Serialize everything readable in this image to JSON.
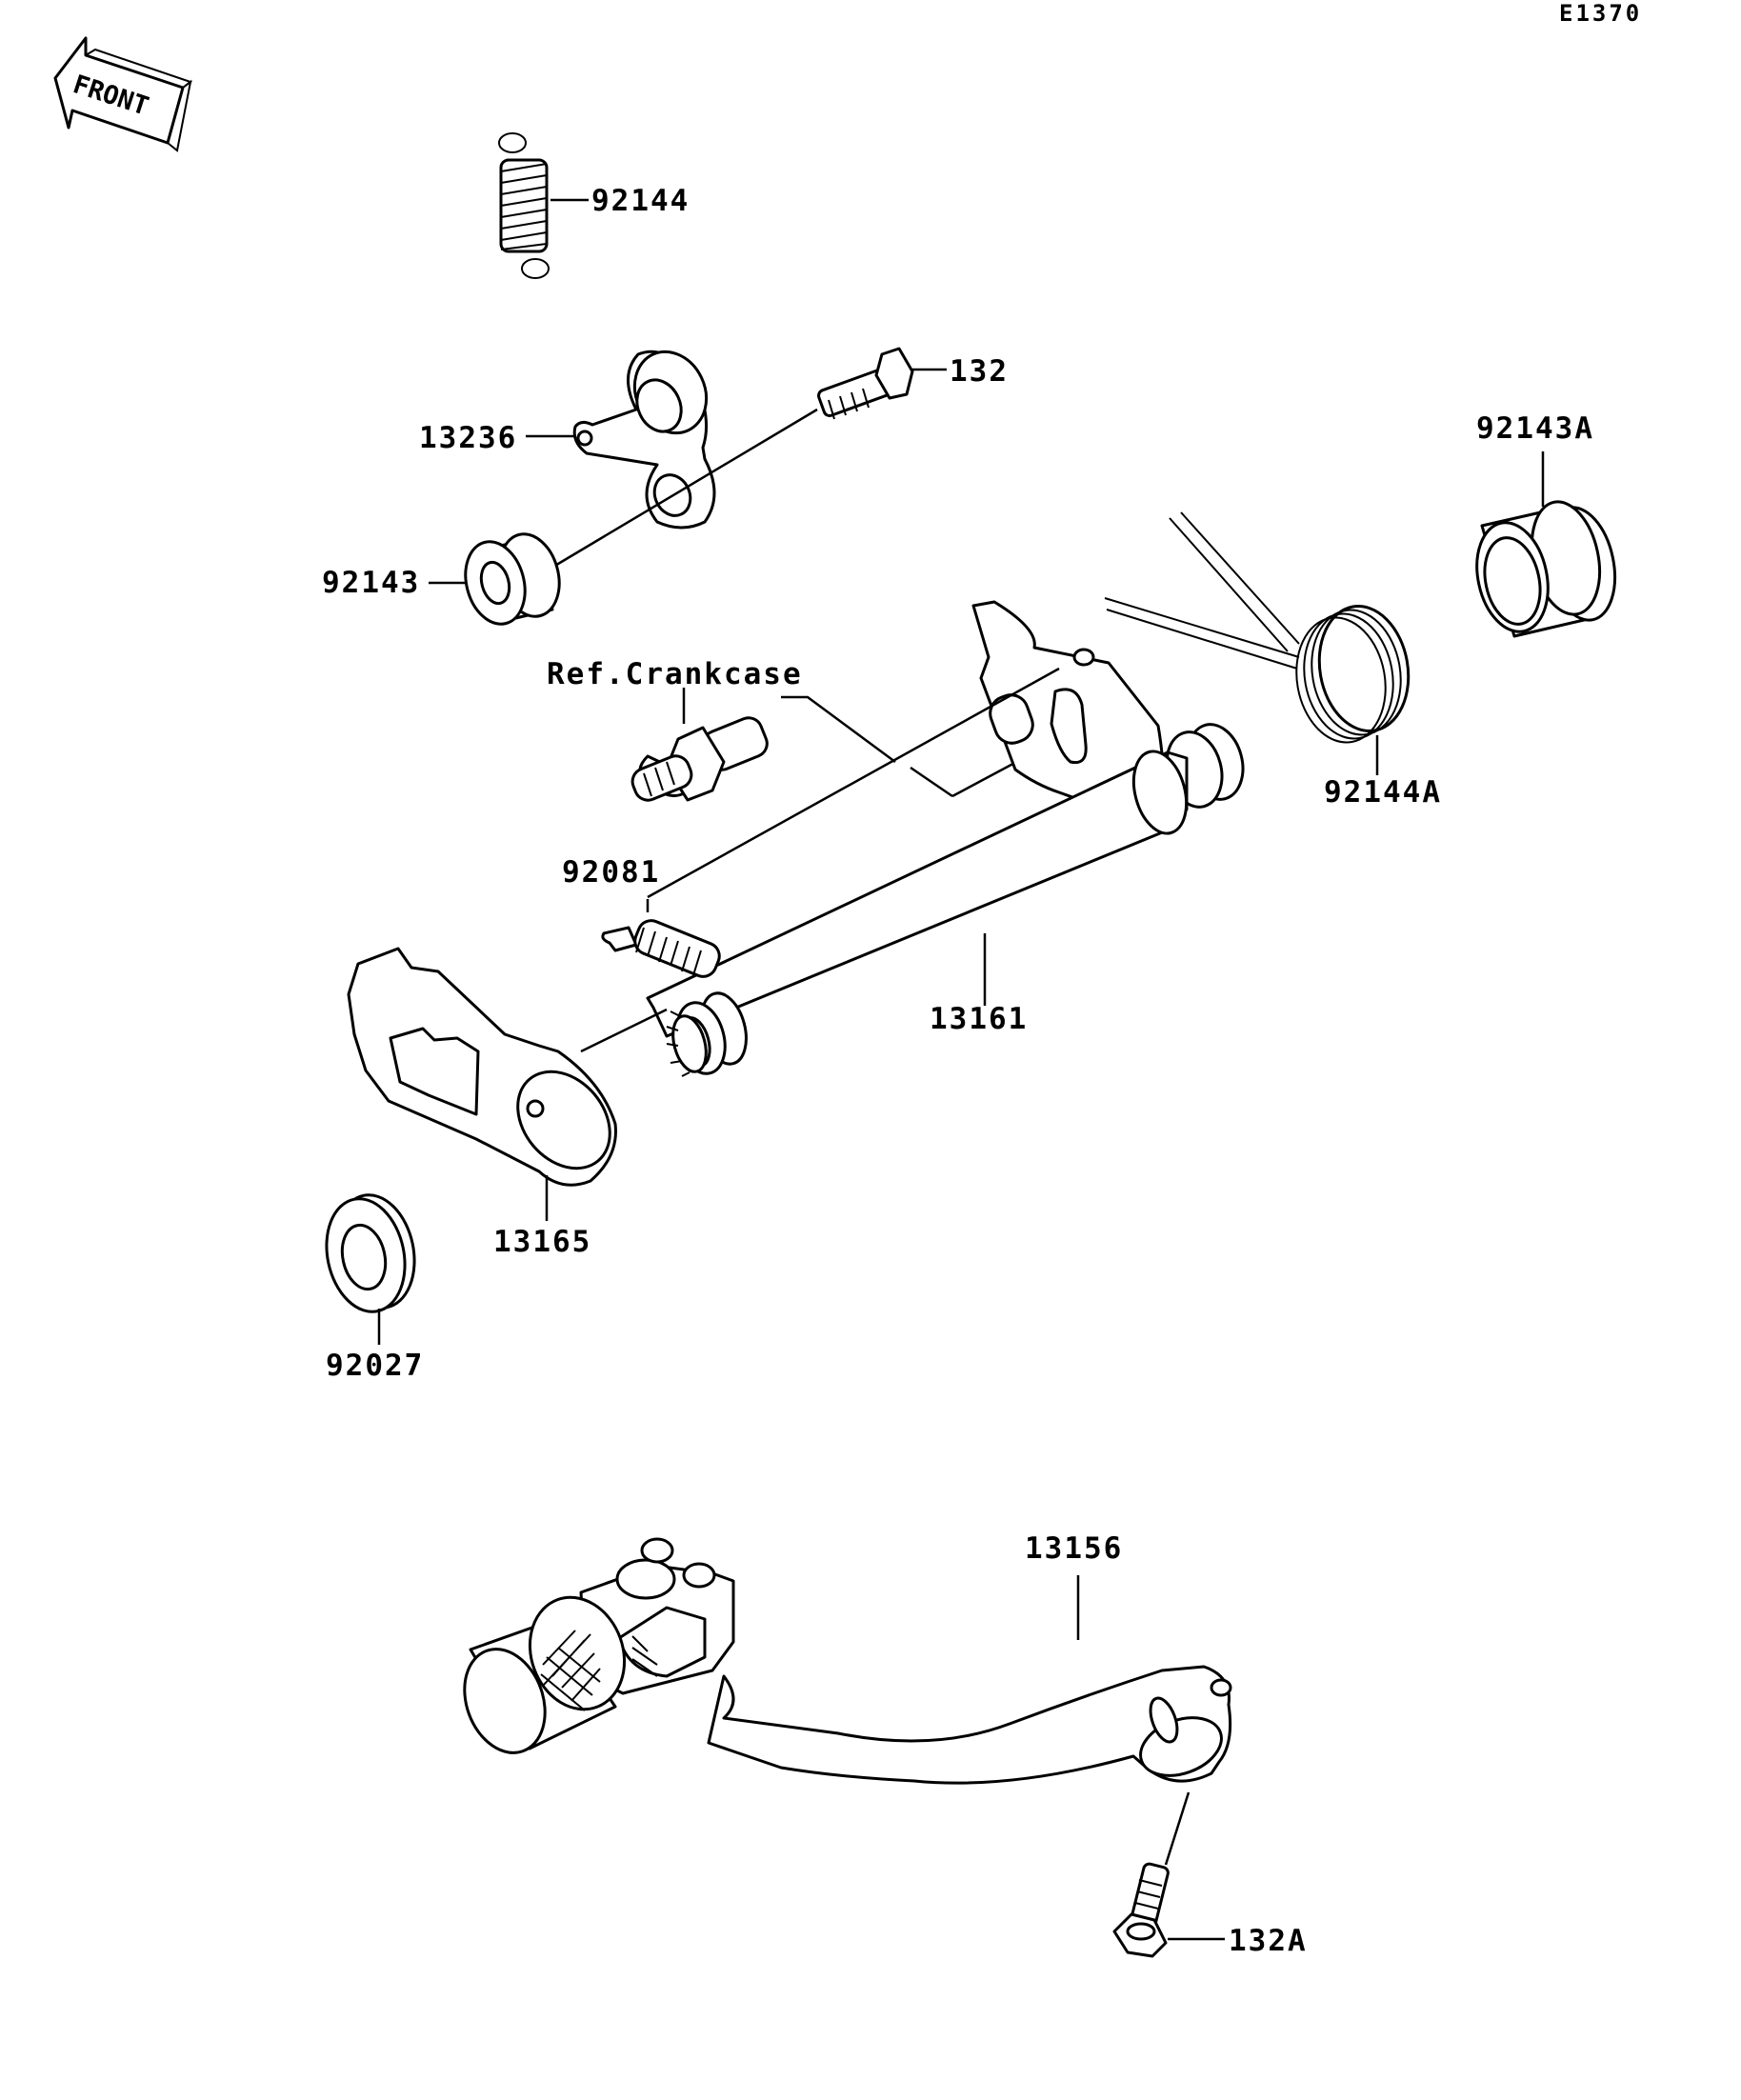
{
  "diagram_code": "E1370",
  "front_label": "FRONT",
  "labels": {
    "p92144": "92144",
    "p132": "132",
    "p13236": "13236",
    "p92143": "92143",
    "p92143A": "92143A",
    "ref_crankcase": "Ref.Crankcase",
    "p92081": "92081",
    "p92144A": "92144A",
    "p13161": "13161",
    "p13165": "13165",
    "p92027": "92027",
    "p13156": "13156",
    "p132A": "132A"
  }
}
